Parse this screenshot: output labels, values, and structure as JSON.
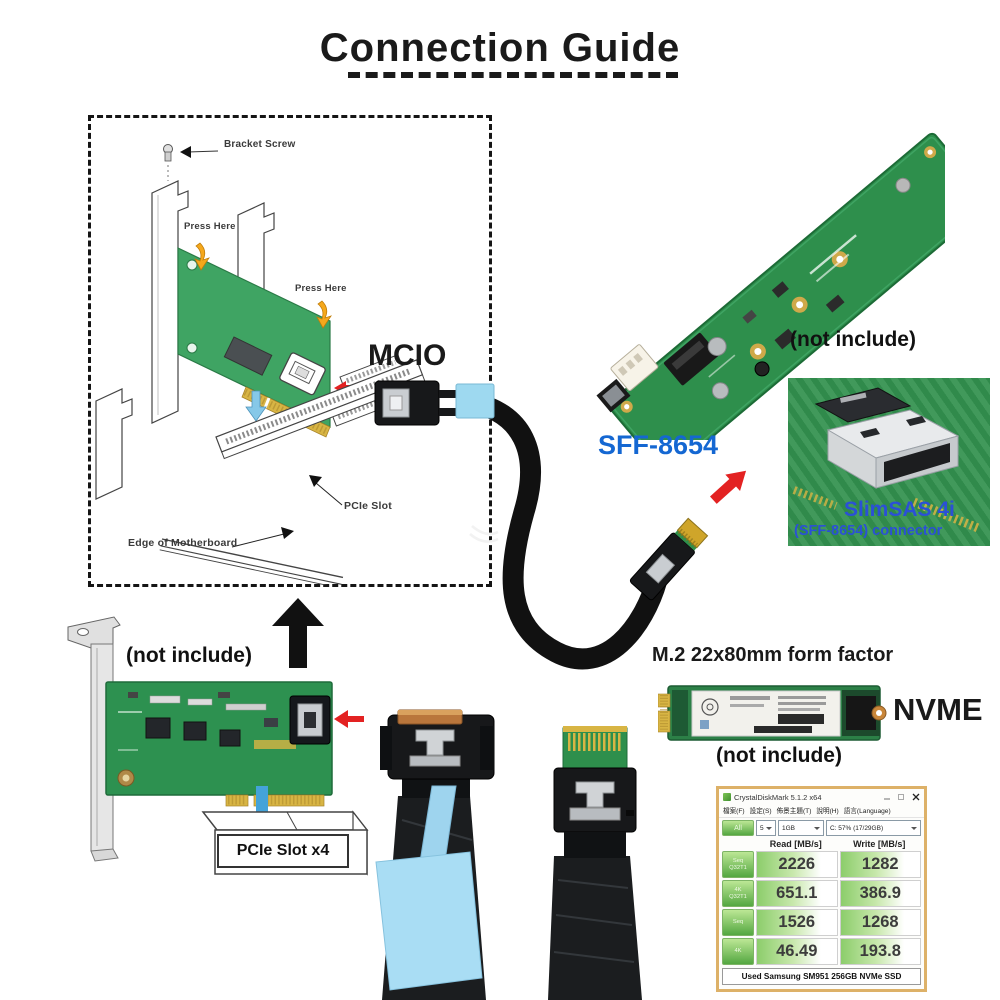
{
  "title": "Connection Guide",
  "install_diagram": {
    "bracket_screw": "Bracket Screw",
    "press_here_1": "Press Here",
    "press_here_2": "Press Here",
    "pcie_slot": "PCIe Slot",
    "motherboard_edge": "Edge of Motherboard"
  },
  "labels": {
    "mcio": "MCIO",
    "sff8654": "SFF-8654",
    "not_include": "(not include)",
    "slimsas_title": "SlimSAS 4i",
    "slimsas_sub": "(SFF-8654) connector",
    "m2_form_factor": "M.2 22x80mm form factor",
    "nvme": "NVME",
    "pcie_slot_x4": "PCIe Slot x4"
  },
  "colors": {
    "pcb_green": "#2f9150",
    "accent_blue": "#1467d2",
    "arrow_red": "#e32222",
    "tab_blue": "#9ed9f0",
    "gold": "#d8b544",
    "cdm_green": "#54a741",
    "cdm_border": "#ddb168"
  },
  "benchmark": {
    "window_title": "CrystalDiskMark 5.1.2 x64",
    "menu": [
      "檔案(F)",
      "設定(S)",
      "佈景主題(T)",
      "說明(H)",
      "語言(Language)"
    ],
    "all_button": "All",
    "test_count": "5",
    "test_size": "1GB",
    "target_drive": "C: 57% (17/29GB)",
    "col_headers": [
      "Read [MB/s]",
      "Write [MB/s]"
    ],
    "rows": [
      {
        "label": "Seq\nQ32T1",
        "read": "2226",
        "write": "1282"
      },
      {
        "label": "4K\nQ32T1",
        "read": "651.1",
        "write": "386.9"
      },
      {
        "label": "Seq",
        "read": "1526",
        "write": "1268"
      },
      {
        "label": "4K",
        "read": "46.49",
        "write": "193.8"
      }
    ],
    "footer": "Used Samsung SM951 256GB NVMe SSD"
  }
}
